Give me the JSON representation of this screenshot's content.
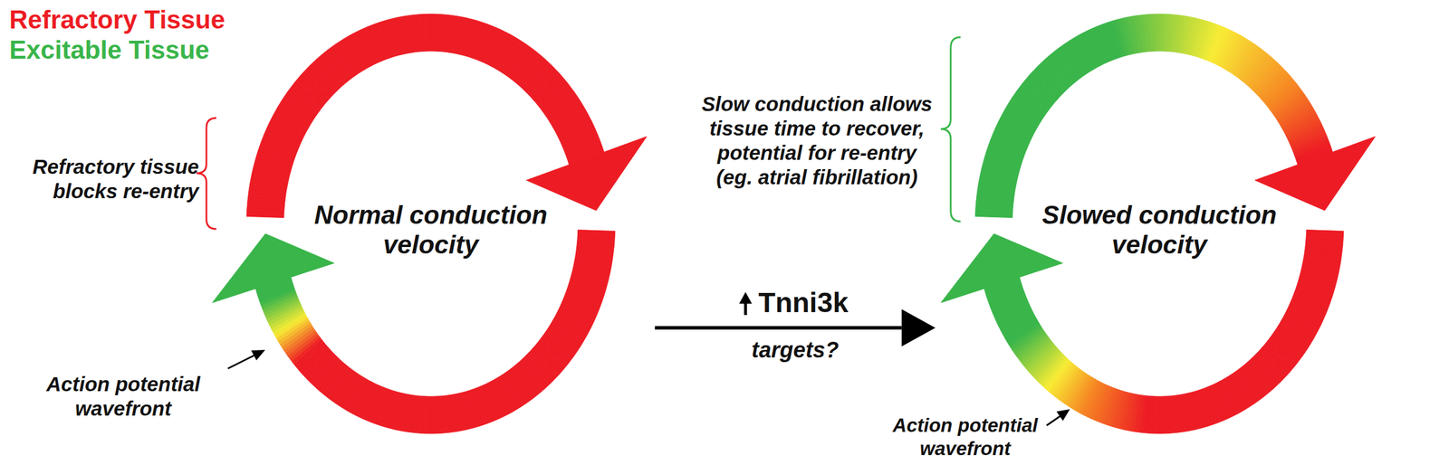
{
  "diagram": {
    "nodes": [
      {
        "text": [
          "Normal conduction velocity"
        ]
      },
      {
        "text": [
          "Slowed conduction velocity"
        ]
      }
    ],
    "edges": [
      {
        "from": 0,
        "to": 1,
        "arrow": "to",
        "label": "Tnni3k"
      }
    ],
    "labels": [
      "Refractory tissue blocks re-entry",
      "Action potential wavefront",
      "targets?",
      "Slow conduction allows tissue time to recover, potential for re-entry (eg. atrial fibrillation)",
      "Action potential wavefront"
    ],
    "legend": [
      {
        "text": "Refractory Tissue",
        "color": "#ED1C24"
      },
      {
        "text": "Excitable Tissue",
        "color": "#39B54A"
      }
    ]
  }
}
